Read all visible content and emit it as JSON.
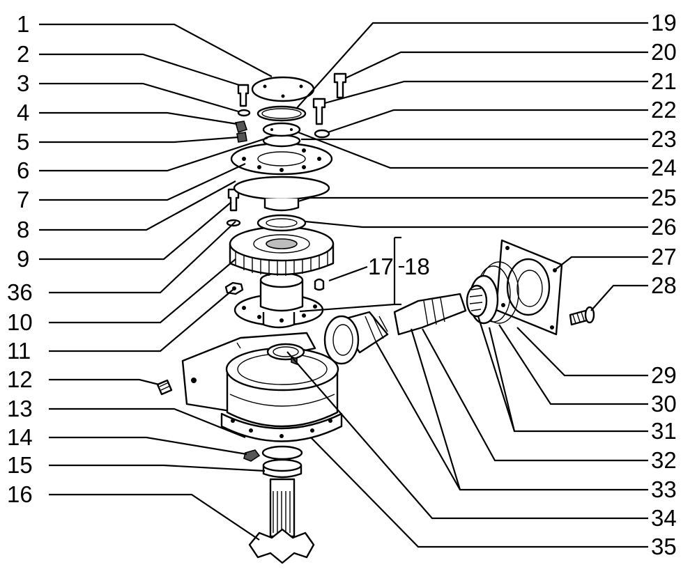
{
  "diagram": {
    "callouts": [
      {
        "id": "1",
        "text": "1"
      },
      {
        "id": "2",
        "text": "2"
      },
      {
        "id": "3",
        "text": "3"
      },
      {
        "id": "4",
        "text": "4"
      },
      {
        "id": "5",
        "text": "5"
      },
      {
        "id": "6",
        "text": "6"
      },
      {
        "id": "7",
        "text": "7"
      },
      {
        "id": "8",
        "text": "8"
      },
      {
        "id": "9",
        "text": "9"
      },
      {
        "id": "36",
        "text": "36"
      },
      {
        "id": "10",
        "text": "10"
      },
      {
        "id": "11",
        "text": "11"
      },
      {
        "id": "12",
        "text": "12"
      },
      {
        "id": "13",
        "text": "13"
      },
      {
        "id": "14",
        "text": "14"
      },
      {
        "id": "15",
        "text": "15"
      },
      {
        "id": "16",
        "text": "16"
      },
      {
        "id": "17",
        "text": "17"
      },
      {
        "id": "18",
        "text": "18"
      },
      {
        "id": "19",
        "text": "19"
      },
      {
        "id": "20",
        "text": "20"
      },
      {
        "id": "21",
        "text": "21"
      },
      {
        "id": "22",
        "text": "22"
      },
      {
        "id": "23",
        "text": "23"
      },
      {
        "id": "24",
        "text": "24"
      },
      {
        "id": "25",
        "text": "25"
      },
      {
        "id": "26",
        "text": "26"
      },
      {
        "id": "27",
        "text": "27"
      },
      {
        "id": "28",
        "text": "28"
      },
      {
        "id": "29",
        "text": "29"
      },
      {
        "id": "30",
        "text": "30"
      },
      {
        "id": "31",
        "text": "31"
      },
      {
        "id": "32",
        "text": "32"
      },
      {
        "id": "33",
        "text": "33"
      },
      {
        "id": "34",
        "text": "34"
      },
      {
        "id": "35",
        "text": "35"
      }
    ],
    "colors": {
      "ink": "#000000",
      "background": "#ffffff",
      "shade": "#bdbdbd"
    }
  }
}
